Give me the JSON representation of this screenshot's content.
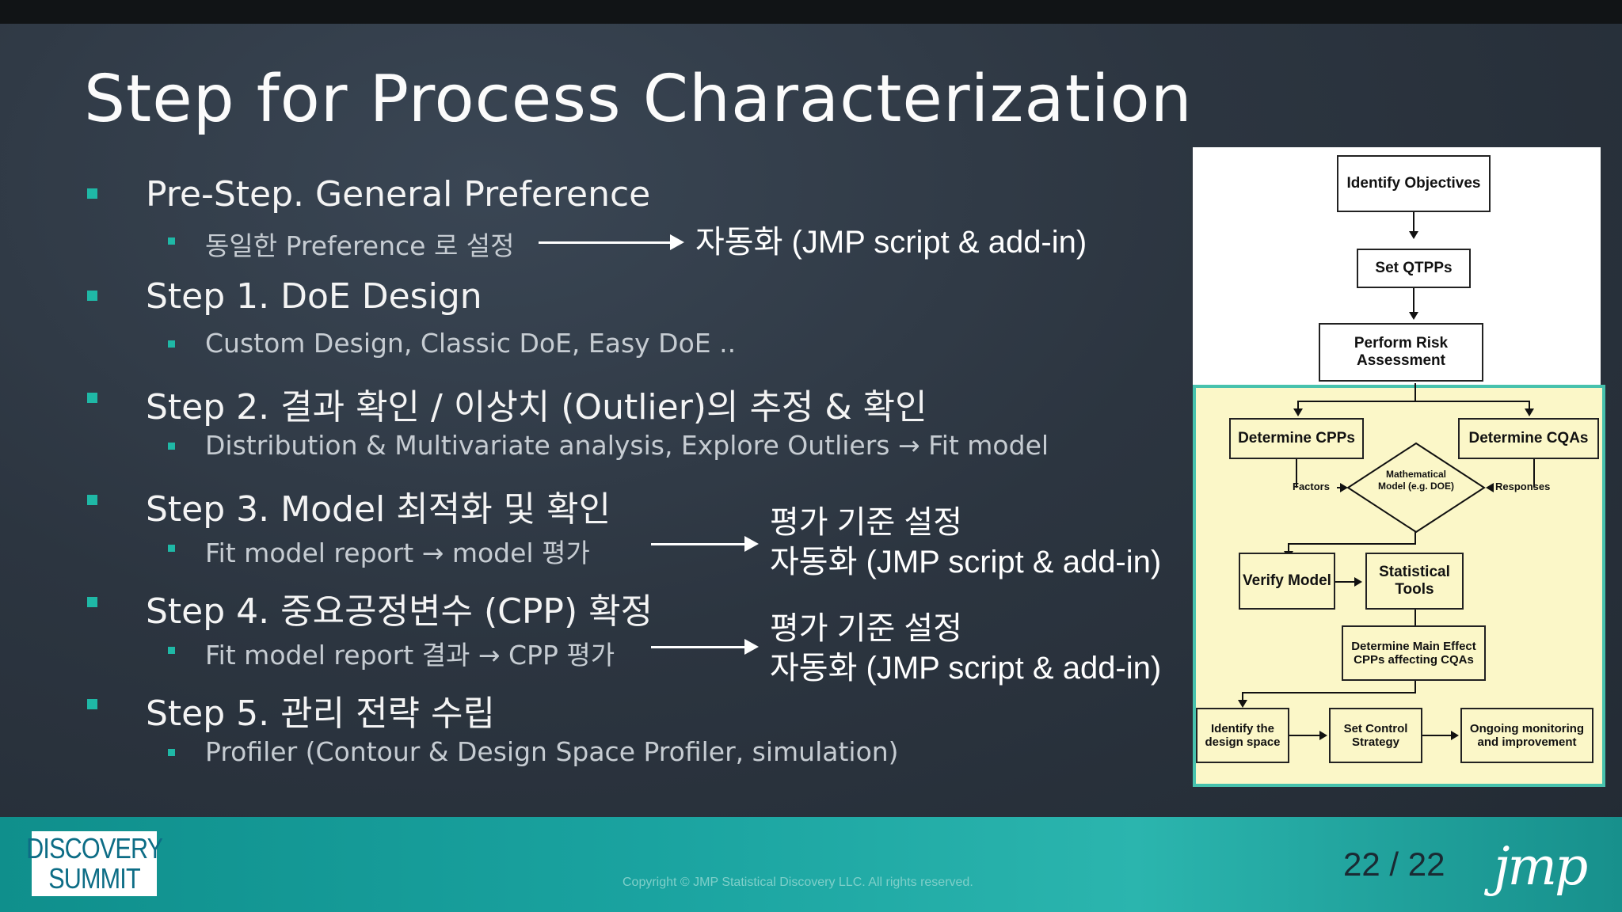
{
  "slide": {
    "title": "Step for Process Characterization",
    "bullets": [
      {
        "text": "Pre-Step. General Preference",
        "sub": "동일한 Preference 로 설정"
      },
      {
        "text": "Step 1. DoE Design",
        "sub": "Custom Design, Classic DoE, Easy DoE .."
      },
      {
        "text": "Step 2. 결과 확인 / 이상치 (Outlier)의 추정 & 확인",
        "sub": "Distribution & Multivariate analysis, Explore Outliers → Fit model"
      },
      {
        "text": "Step 3. Model 최적화 및 확인",
        "sub": "Fit model report → model 평가"
      },
      {
        "text": "Step 4. 중요공정변수 (CPP) 확정",
        "sub": "Fit model report 결과 → CPP 평가"
      },
      {
        "text": "Step 5. 관리 전략 수립",
        "sub": "Profiler (Contour & Design Space Profiler, simulation)"
      }
    ],
    "notes": {
      "pre_step": "자동화 (JMP script & add-in)",
      "step3_line1": "평가 기준 설정",
      "step3_line2": "자동화 (JMP script & add-in)",
      "step4_line1": "평가 기준 설정",
      "step4_line2": "자동화 (JMP script & add-in)"
    }
  },
  "flowchart": {
    "identify_objectives": "Identify Objectives",
    "set_qtpps": "Set QTPPs",
    "perform_risk": "Perform Risk Assessment",
    "determine_cpps": "Determine CPPs",
    "determine_cqas": "Determine CQAs",
    "factors": "Factors",
    "responses": "Responses",
    "math_model": "Mathematical Model (e.g. DOE)",
    "verify_model": "Verify Model",
    "statistical_tools": "Statistical Tools",
    "determine_main": "Determine Main Effect CPPs affecting CQAs",
    "identify_design_space": "Identify the design space",
    "set_control": "Set Control Strategy",
    "ongoing": "Ongoing monitoring and improvement"
  },
  "footer": {
    "logo_line1": "DISCOVERY",
    "logo_line2": "SUMMIT",
    "copyright": "Copyright © JMP Statistical Discovery LLC. All rights reserved.",
    "page": "22 / 22",
    "brand": "jmp"
  },
  "colors": {
    "accent": "#1fb8a6",
    "flow_yellow": "#fbf7c8",
    "flow_border": "#47c2ad",
    "footer_teal": "#1aa3a0"
  }
}
